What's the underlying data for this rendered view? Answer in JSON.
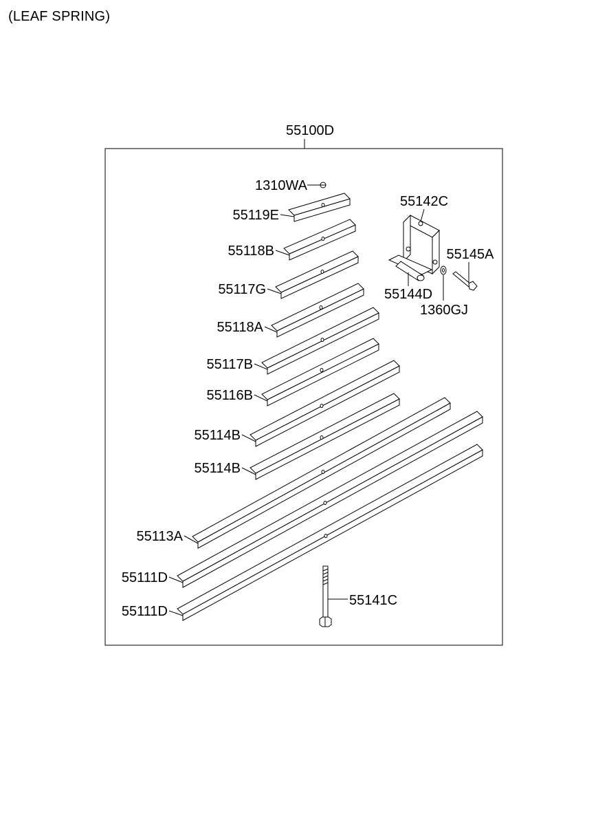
{
  "page": {
    "title": "(LEAF SPRING)"
  },
  "assembly": {
    "part_no": "55100D"
  },
  "leaves": [
    {
      "part_no": "55119E"
    },
    {
      "part_no": "55118B"
    },
    {
      "part_no": "55117G"
    },
    {
      "part_no": "55118A"
    },
    {
      "part_no": "55117B"
    },
    {
      "part_no": "55116B"
    },
    {
      "part_no": "55114B"
    },
    {
      "part_no": "55114B"
    },
    {
      "part_no": "55113A"
    },
    {
      "part_no": "55111D"
    },
    {
      "part_no": "55111D"
    }
  ],
  "hardware": {
    "nut": "1310WA",
    "clamp": "55142C",
    "spacer": "55144D",
    "bolt": "55145A",
    "washer": "1360GJ",
    "center_bolt": "55141C"
  }
}
